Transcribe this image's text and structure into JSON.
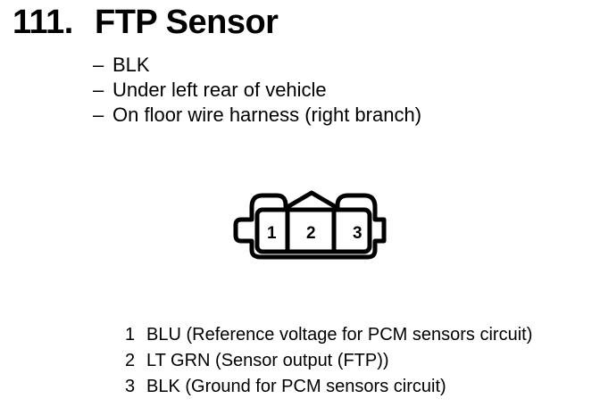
{
  "title": {
    "number": "111.",
    "name": "FTP Sensor"
  },
  "info": [
    {
      "dash": "–",
      "text": "BLK"
    },
    {
      "dash": "–",
      "text": "Under left rear of vehicle"
    },
    {
      "dash": "–",
      "text": "On floor wire harness (right branch)"
    }
  ],
  "connector": {
    "terminals": [
      "1",
      "2",
      "3"
    ]
  },
  "pins": [
    {
      "num": "1",
      "text": "BLU (Reference voltage for PCM sensors circuit)"
    },
    {
      "num": "2",
      "text": "LT GRN (Sensor output (FTP))"
    },
    {
      "num": "3",
      "text": "BLK (Ground for PCM sensors circuit)"
    }
  ]
}
